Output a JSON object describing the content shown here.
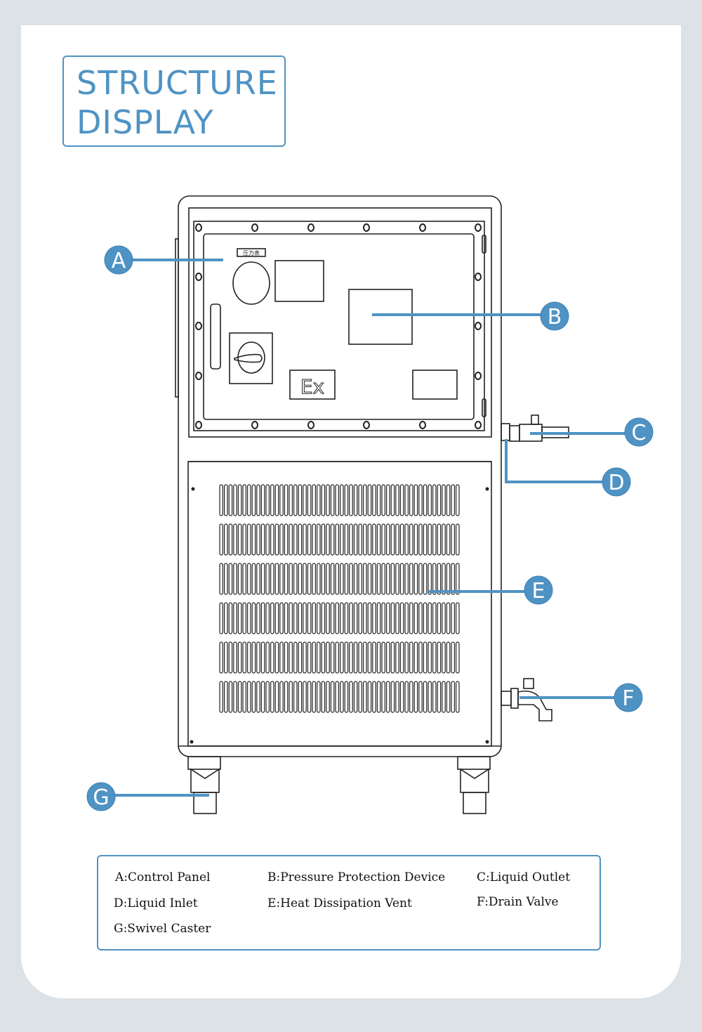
{
  "title": {
    "line1": "STRUCTURE",
    "line2": "DISPLAY"
  },
  "panel": {
    "gauge_label": "压力表",
    "ex_mark": "Ex"
  },
  "callouts": [
    "A",
    "B",
    "C",
    "D",
    "E",
    "F",
    "G"
  ],
  "legend": [
    "A:Control Panel",
    "B:Pressure Protection Device",
    "C:Liquid Outlet",
    "D:Liquid Inlet",
    "E:Heat Dissipation Vent",
    "F:Drain Valve",
    "G:Swivel Caster"
  ],
  "colors": {
    "accent": "#4f93c4",
    "background": "#dde2e6",
    "line": "#222222"
  }
}
